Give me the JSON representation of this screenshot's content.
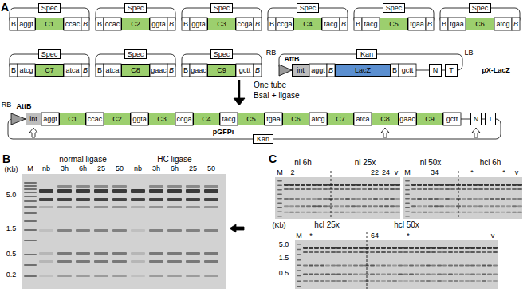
{
  "diagram": {
    "nodes": [
      {
        "text": [
          "Spec"
        ]
      },
      {
        "text": [
          "C1"
        ]
      },
      {
        "text": [
          "Spec"
        ]
      },
      {
        "text": [
          "C2"
        ]
      },
      {
        "text": [
          "Spec"
        ]
      },
      {
        "text": [
          "C3"
        ]
      },
      {
        "text": [
          "Spec"
        ]
      },
      {
        "text": [
          "C4"
        ]
      },
      {
        "text": [
          "Spec"
        ]
      },
      {
        "text": [
          "C5"
        ]
      },
      {
        "text": [
          "Spec"
        ]
      },
      {
        "text": [
          "C6"
        ]
      },
      {
        "text": [
          "Spec"
        ]
      },
      {
        "text": [
          "C7"
        ]
      },
      {
        "text": [
          "Spec"
        ]
      },
      {
        "text": [
          "C8"
        ]
      },
      {
        "text": [
          "Spec"
        ]
      },
      {
        "text": [
          "C9"
        ]
      },
      {
        "text": [
          "Kan"
        ]
      },
      {
        "text": [
          "int"
        ]
      },
      {
        "text": [
          "LacZ"
        ]
      },
      {
        "text": [
          "N"
        ]
      },
      {
        "text": [
          "T"
        ]
      },
      {
        "text": [
          "int"
        ]
      },
      {
        "text": [
          "C1"
        ]
      },
      {
        "text": [
          "C2"
        ]
      },
      {
        "text": [
          "C3"
        ]
      },
      {
        "text": [
          "C4"
        ]
      },
      {
        "text": [
          "C5"
        ]
      },
      {
        "text": [
          "C6"
        ]
      },
      {
        "text": [
          "C7"
        ]
      },
      {
        "text": [
          "C8"
        ]
      },
      {
        "text": [
          "C9"
        ]
      },
      {
        "text": [
          "N"
        ]
      },
      {
        "text": [
          "T"
        ]
      },
      {
        "text": [
          "Kan"
        ]
      }
    ],
    "labels": [
      "A",
      "B",
      "aggt",
      "ccac",
      "B",
      "B",
      "ccac",
      "ggta",
      "B",
      "B",
      "ggta",
      "ccga",
      "B",
      "B",
      "ccga",
      "tacg",
      "B",
      "B",
      "tacg",
      "tgaa",
      "B",
      "B",
      "tgaa",
      "atcg",
      "B",
      "B",
      "atcg",
      "atca",
      "B",
      "B",
      "atca",
      "gaac",
      "B",
      "B",
      "gaac",
      "gctt",
      "B",
      "RB",
      "AttB",
      "aggt",
      "B",
      "B",
      "gctt",
      "LB",
      "pX-LacZ",
      "One tube",
      "BsaI + ligase",
      "RB",
      "AttB",
      "aggt",
      "ccac",
      "ggta",
      "ccga",
      "tacg",
      "tgaa",
      "atcg",
      "atca",
      "gaac",
      "gctt",
      "pGFPi",
      "B",
      "(Kb)",
      "5.0",
      "1.5",
      "0.5",
      "0.2",
      "normal ligase",
      "HC ligase",
      "M",
      "nb",
      "3h",
      "6h",
      "25",
      "50",
      "nb",
      "3h",
      "6h",
      "25",
      "50",
      "C",
      "nl 6h",
      "nl 25x",
      "nl 50x",
      "hcl 6h",
      "M",
      "2",
      "22",
      "24",
      "v",
      "M",
      "34",
      "*",
      "*",
      "v",
      "(Kb)",
      "5.0",
      "1.5",
      "0.5",
      "hcl 25x",
      "hcl 50x",
      "M",
      "*",
      "64",
      "*",
      "v"
    ]
  }
}
